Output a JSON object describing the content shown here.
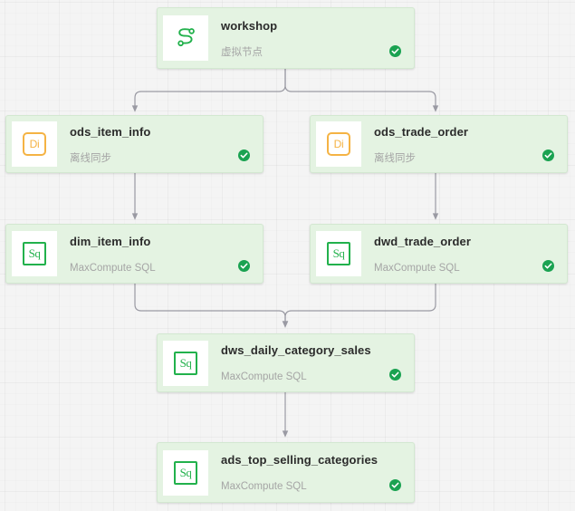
{
  "canvas": {
    "background_color": "#f4f4f4",
    "grid": "on"
  },
  "theme": {
    "node_fill": "#e4f3e2",
    "node_border": "#d3e8d1",
    "title_color": "#2b2b2b",
    "subtitle_color": "#a5a5a5",
    "edge_color": "#9a9aa3",
    "status_success_color": "#1aa251",
    "icon_sql_color": "#22b14c",
    "icon_sync_color": "#f5b344"
  },
  "nodes": [
    {
      "id": "workshop",
      "title": "workshop",
      "subtitle": "虚拟节点",
      "icon": "virtual-node-icon",
      "icon_label": "",
      "status": "success",
      "status_icon": "check-circle-icon"
    },
    {
      "id": "ods_item_info",
      "title": "ods_item_info",
      "subtitle": "离线同步",
      "icon": "data-integration-icon",
      "icon_label": "Di",
      "status": "success",
      "status_icon": "check-circle-icon"
    },
    {
      "id": "ods_trade_order",
      "title": "ods_trade_order",
      "subtitle": "离线同步",
      "icon": "data-integration-icon",
      "icon_label": "Di",
      "status": "success",
      "status_icon": "check-circle-icon"
    },
    {
      "id": "dim_item_info",
      "title": "dim_item_info",
      "subtitle": "MaxCompute SQL",
      "icon": "sql-node-icon",
      "icon_label": "Sq",
      "status": "success",
      "status_icon": "check-circle-icon"
    },
    {
      "id": "dwd_trade_order",
      "title": "dwd_trade_order",
      "subtitle": "MaxCompute SQL",
      "icon": "sql-node-icon",
      "icon_label": "Sq",
      "status": "success",
      "status_icon": "check-circle-icon"
    },
    {
      "id": "dws_daily_category_sales",
      "title": "dws_daily_category_sales",
      "subtitle": "MaxCompute SQL",
      "icon": "sql-node-icon",
      "icon_label": "Sq",
      "status": "success",
      "status_icon": "check-circle-icon"
    },
    {
      "id": "ads_top_selling_categories",
      "title": "ads_top_selling_categories",
      "subtitle": "MaxCompute SQL",
      "icon": "sql-node-icon",
      "icon_label": "Sq",
      "status": "success",
      "status_icon": "check-circle-icon"
    }
  ],
  "edges": [
    {
      "from": "workshop",
      "to": "ods_item_info"
    },
    {
      "from": "workshop",
      "to": "ods_trade_order"
    },
    {
      "from": "ods_item_info",
      "to": "dim_item_info"
    },
    {
      "from": "ods_trade_order",
      "to": "dwd_trade_order"
    },
    {
      "from": "dim_item_info",
      "to": "dws_daily_category_sales"
    },
    {
      "from": "dwd_trade_order",
      "to": "dws_daily_category_sales"
    },
    {
      "from": "dws_daily_category_sales",
      "to": "ads_top_selling_categories"
    }
  ]
}
